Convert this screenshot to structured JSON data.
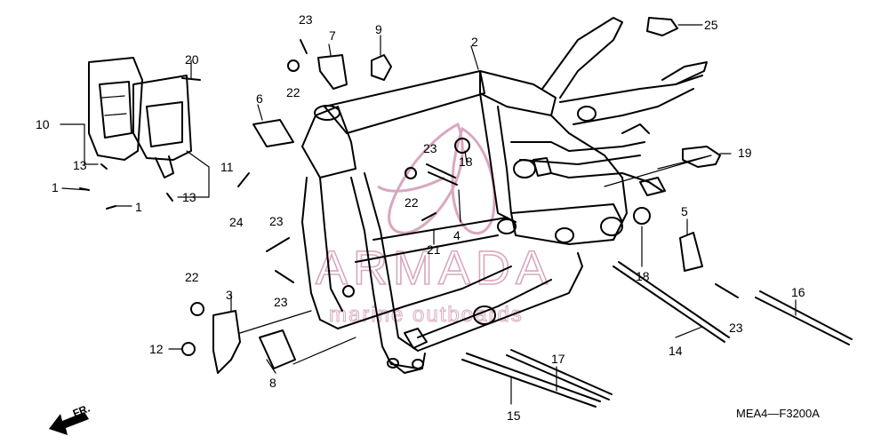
{
  "diagram": {
    "drawing_code": "MEA4—F3200A",
    "direction_arrow": "FR.",
    "callouts": [
      "1",
      "1",
      "2",
      "3",
      "4",
      "5",
      "6",
      "7",
      "8",
      "9",
      "10",
      "11",
      "12",
      "13",
      "13",
      "14",
      "15",
      "16",
      "17",
      "18",
      "18",
      "19",
      "20",
      "21",
      "22",
      "22",
      "22",
      "23",
      "23",
      "23",
      "23",
      "23",
      "24",
      "25"
    ]
  },
  "watermark": {
    "title": "ARMADA",
    "subtitle": "marine outboards"
  },
  "colors": {
    "line": "#000000",
    "watermark": "#d9a7bf",
    "background": "#ffffff"
  }
}
